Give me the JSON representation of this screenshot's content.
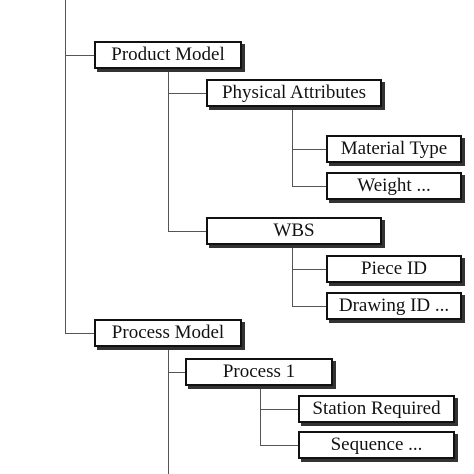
{
  "tree": {
    "product_model": "Product Model",
    "physical_attributes": "Physical Attributes",
    "material_type": "Material Type",
    "weight": "Weight ...",
    "wbs": "WBS",
    "piece_id": "Piece ID",
    "drawing_id": "Drawing ID ...",
    "process_model": "Process Model",
    "process_1": "Process 1",
    "station_required": "Station Required",
    "sequence": "Sequence ..."
  }
}
